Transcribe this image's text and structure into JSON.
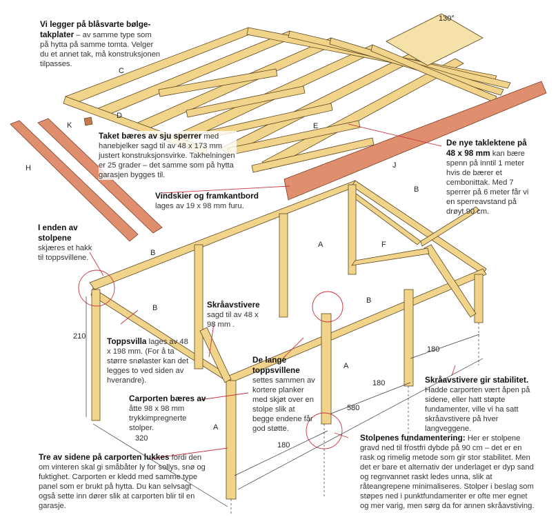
{
  "notes": {
    "roofing": {
      "title": "Vi legger på blåsvarte bølge-takplater",
      "body": " – av samme type som på hytta på samme tomta. Velger du et annet tak, må konstruksjonen tilpasses."
    },
    "rafters": {
      "title": "Taket bæres av sju sperrer",
      "body": " med hanebjelker sagd til av 48 x 173 mm justert konstruksjonsvirke. Takhelningen er 25 grader – det samme som på hytta garasjen bygges til."
    },
    "bargeboards": {
      "title": "Vindskier og framkantbord",
      "body": " lages av 19 x 98 mm furu."
    },
    "battens": {
      "title": "De nye taklektene på 48 x 98 mm",
      "body": " kan bære spenn på inntil 1 meter hvis de bærer et cembonittak. Med 7 sperrer på 6 meter får vi en sperreavstand på drøyt 90 cm."
    },
    "post_ends": {
      "title": "I enden av stolpene",
      "body": " skjæres et hakk til toppsvillene."
    },
    "braces": {
      "title": "Skråavstivere",
      "body": " sagd til av 48 x 98 mm ."
    },
    "top_sill": {
      "title": "Toppsvilla",
      "body": " lages av 48 x 198 mm. (For å ta større snølaster kan det legges to ved siden av hverandre)."
    },
    "long_sills": {
      "title": "De lange toppsvillene",
      "body": " settes sammen av kortere planker med skjøt over en stolpe slik at begge endene får god støtte."
    },
    "posts": {
      "title": "Carporten bæres av",
      "body": " åtte 98 x 98 mm trykkimpregnerte stolper."
    },
    "stability": {
      "title": "Skråavstivere gir stabilitet.",
      "body": " Hadde carporten vært åpen på sidene, eller hatt støpte fundamenter, ville vi ha satt skråavstivere på hver langveggene."
    },
    "closed_sides": {
      "title": "Tre av sidene på carporten lukkes",
      "body": " fordi den om vinteren skal gi småbåter ly for sollys, snø og fuktighet. Carporten er kledd med samme type panel som er brukt på hytta. Du kan selvsagt også sette inn dører slik at carporten blir til en garasje."
    },
    "foundation": {
      "title": "Stolpenes fundamentering:",
      "body": " Her er stolpene gravd ned til frostfri dybde på 90 cm – det er en rask og rimelig metode som gir stor stabilitet. Men det er bare et alternativ der underlaget er dyp sand og regnvannet raskt ledes unna, slik at råteangrepene minimaliseres. Stolper i beslag som støpes ned i punktfundamenter er ofte mer egnet og mer varig, men sørg da for annen skråavstiving."
    }
  },
  "dimensions": {
    "angle": "130°",
    "height": "210",
    "width": "320",
    "length": "580",
    "span_front": "180",
    "span_mid": "180",
    "span_back": "180"
  },
  "part_labels": {
    "a": "A",
    "b": "B",
    "c": "C",
    "d": "D",
    "e": "E",
    "f": "F",
    "h": "H",
    "j": "J",
    "k": "K"
  },
  "colors": {
    "wood": "#f1d48a",
    "wood_dark": "#c9a44f",
    "board": "#e08f6e",
    "leader": "#c8323c"
  }
}
